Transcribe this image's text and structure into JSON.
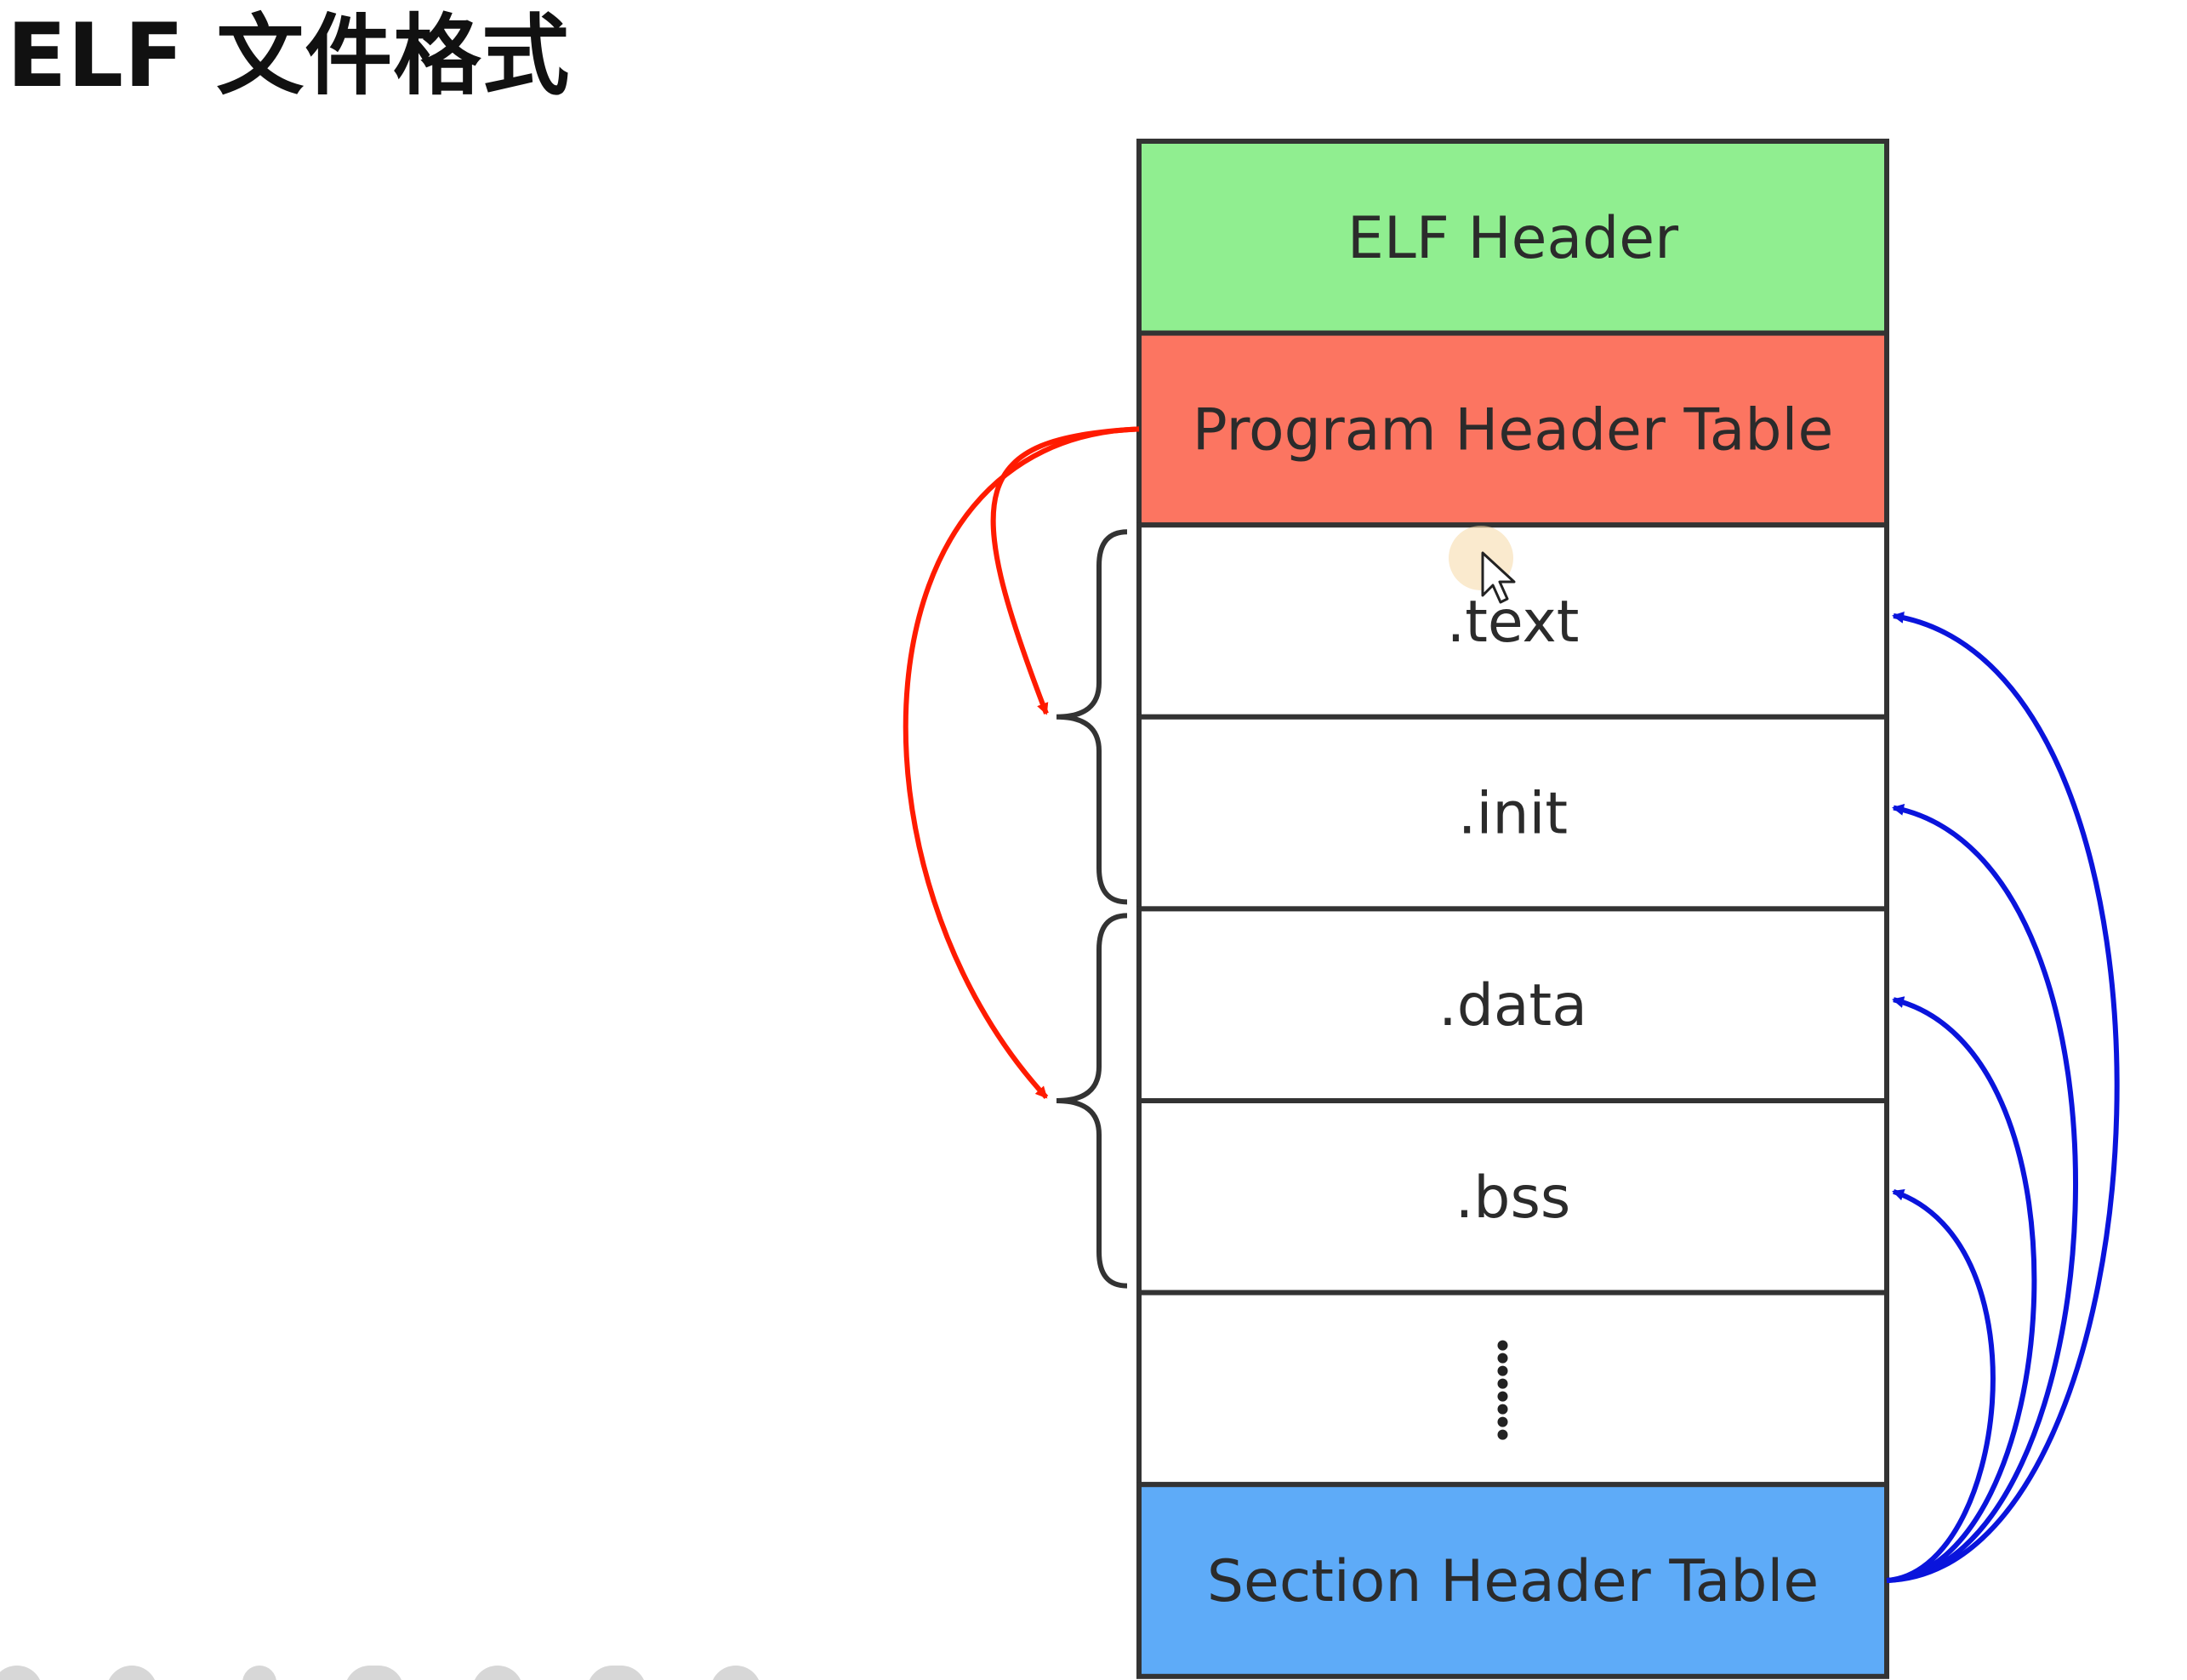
{
  "title": "ELF 文件格式",
  "blocks": [
    {
      "id": "elf-header",
      "label": "ELF Header",
      "fill": "#90ee90"
    },
    {
      "id": "program-header-table",
      "label": "Program Header Table",
      "fill": "#fc7561"
    },
    {
      "id": "text",
      "label": ".text",
      "fill": "#ffffff"
    },
    {
      "id": "init",
      "label": ".init",
      "fill": "#ffffff"
    },
    {
      "id": "data",
      "label": ".data",
      "fill": "#ffffff"
    },
    {
      "id": "bss",
      "label": ".bss",
      "fill": "#ffffff"
    },
    {
      "id": "ellipsis",
      "label": "",
      "fill": "#ffffff"
    },
    {
      "id": "section-header-table",
      "label": "Section Header Table",
      "fill": "#5eabf8"
    }
  ],
  "groups": [
    {
      "id": "segment-1",
      "covers": [
        "text",
        "init"
      ]
    },
    {
      "id": "segment-2",
      "covers": [
        "data",
        "bss"
      ]
    }
  ],
  "edges": [
    {
      "from": "program-header-table",
      "to": "segment-1",
      "color": "#ff1b00"
    },
    {
      "from": "program-header-table",
      "to": "segment-2",
      "color": "#ff1b00"
    },
    {
      "from": "section-header-table",
      "to": "text",
      "color": "#0a14dc"
    },
    {
      "from": "section-header-table",
      "to": "init",
      "color": "#0a14dc"
    },
    {
      "from": "section-header-table",
      "to": "data",
      "color": "#0a14dc"
    },
    {
      "from": "section-header-table",
      "to": "bss",
      "color": "#0a14dc"
    }
  ],
  "colors": {
    "border": "#333333",
    "text": "#2b2b2b",
    "brace": "#333333"
  }
}
